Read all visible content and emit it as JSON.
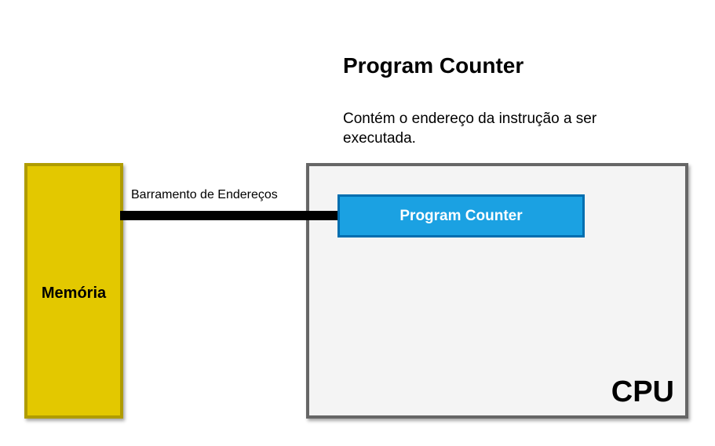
{
  "diagram": {
    "title": "Program Counter",
    "description": "Contém o endereço da instrução a ser executada.",
    "memory": {
      "label": "Memória",
      "fill_color": "#e3c800",
      "border_color": "#b09c00"
    },
    "bus": {
      "label": "Barramento de Endereços",
      "color": "#000000"
    },
    "cpu": {
      "label": "CPU",
      "fill_color": "#f4f4f4",
      "border_color": "#666666"
    },
    "program_counter": {
      "label": "Program Counter",
      "fill_color": "#1ba1e2",
      "border_color": "#006eaf"
    }
  }
}
